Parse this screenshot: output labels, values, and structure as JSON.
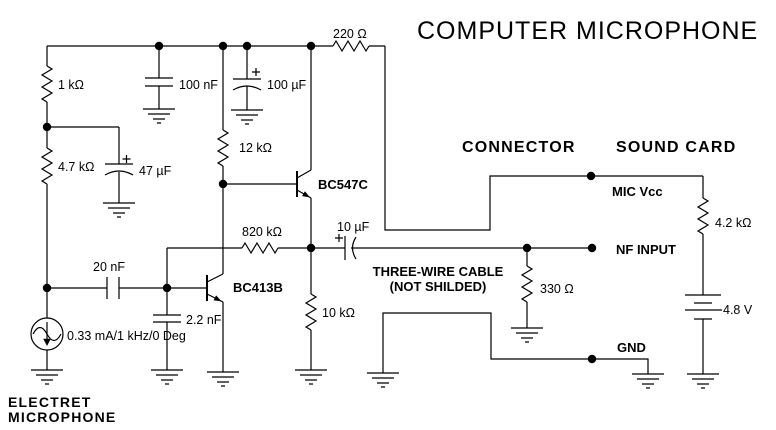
{
  "title": "COMPUTER MICROPHONE",
  "sections": {
    "connector": "CONNECTOR",
    "sound_card": "SOUND CARD"
  },
  "components": {
    "r_1k": "1 kΩ",
    "r_4k7": "4.7 kΩ",
    "c_100n": "100 nF",
    "c_100u": "100 µF",
    "c_47u": "47 µF",
    "r_12k": "12 kΩ",
    "r_220": "220 Ω",
    "q1": "BC547C",
    "q2": "BC413B",
    "r_820k": "820 kΩ",
    "c_20n": "20 nF",
    "c_2n2": "2.2 nF",
    "c_10u": "10 µF",
    "r_10k": "10 kΩ",
    "r_330": "330 Ω",
    "r_4k2": "4.2 kΩ",
    "battery": "4.8 V",
    "source": "0.33 mA/1 kHz/0 Deg"
  },
  "labels": {
    "electret_line1": "ELECTRET",
    "electret_line2": "MICROPHONE",
    "cable_line1": "THREE-WIRE CABLE",
    "cable_line2": "(NOT SHILDED)",
    "pin_mic_vcc": "MIC Vcc",
    "pin_nf_input": "NF INPUT",
    "pin_gnd": "GND"
  },
  "colors": {
    "ink": "#000000",
    "background": "#ffffff"
  }
}
